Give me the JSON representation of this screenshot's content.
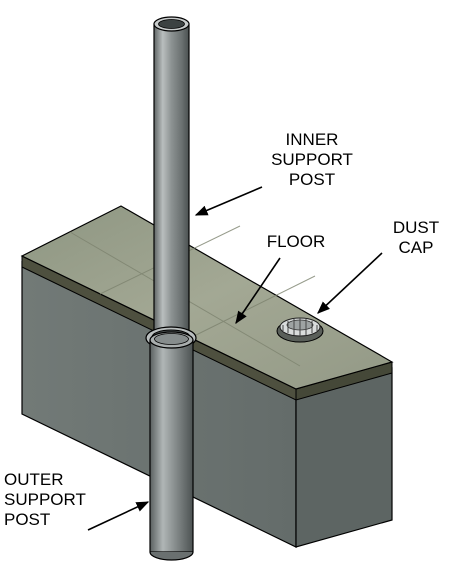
{
  "labels": {
    "inner_support_post": [
      "INNER",
      "SUPPORT",
      "POST"
    ],
    "floor": [
      "FLOOR"
    ],
    "dust_cap": [
      "DUST",
      "CAP"
    ],
    "outer_support_post": [
      "OUTER",
      "SUPPORT",
      "POST"
    ]
  },
  "colors": {
    "floor_top": "#9aa08c",
    "floor_edge": "#4e503f",
    "block_front": "#6c7471",
    "block_side": "#5d6563",
    "post_metal": "#8a9090",
    "outline": "#000000"
  }
}
